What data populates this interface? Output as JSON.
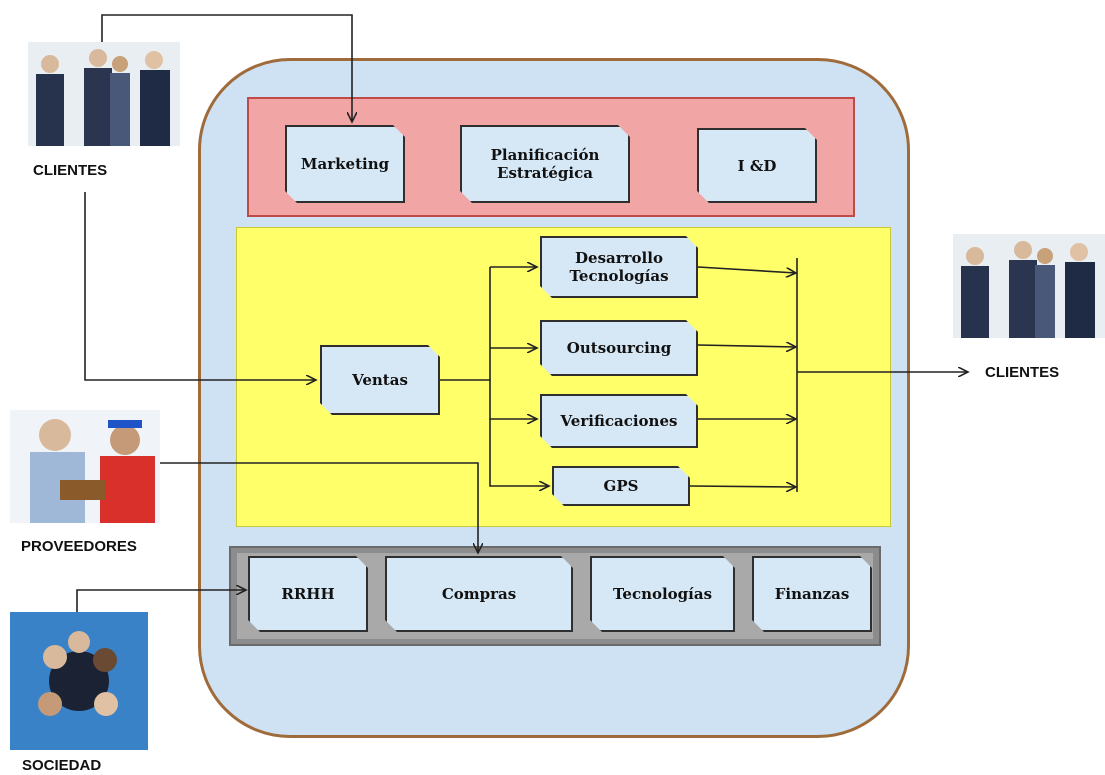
{
  "diagram": {
    "departments_top": {
      "marketing": "Marketing",
      "planificacion": "Planificación Estratégica",
      "id": "I &D"
    },
    "core": {
      "ventas": "Ventas",
      "desarrollo": "Desarrollo Tecnologías",
      "outsourcing": "Outsourcing",
      "verificaciones": "Verificaciones",
      "gps": "GPS"
    },
    "support": {
      "rrhh": "RRHH",
      "compras": "Compras",
      "tecnologias": "Tecnologías",
      "finanzas": "Finanzas"
    },
    "actors": {
      "clientes_in": "CLIENTES",
      "clientes_out": "CLIENTES",
      "proveedores": "PROVEEDORES",
      "sociedad": "SOCIEDAD"
    },
    "colors": {
      "outer_frame": "#cfe2f3",
      "strategic_band": "#f2a5a5",
      "core_band": "#ffff6a",
      "support_band": "#8c8c8c",
      "box_fill": "#d6e8f6"
    }
  }
}
